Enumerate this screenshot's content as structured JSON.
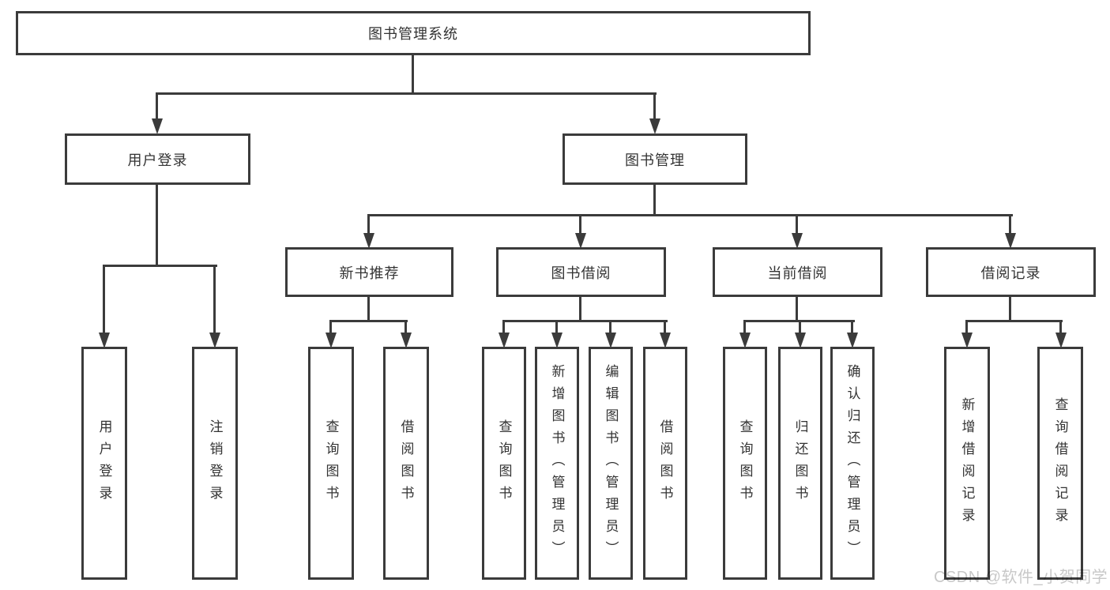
{
  "diagram": {
    "title": "图书管理系统",
    "level2": [
      "用户登录",
      "图书管理"
    ],
    "level3": [
      "新书推荐",
      "图书借阅",
      "当前借阅",
      "借阅记录"
    ],
    "leaves": {
      "user_login": [
        "用户登录",
        "注销登录"
      ],
      "new_book": [
        "查询图书",
        "借阅图书"
      ],
      "book_borrow": [
        "查询图书",
        "新增图书（管理员）",
        "编辑图书（管理员）",
        "借阅图书"
      ],
      "current_borrow": [
        "查询图书",
        "归还图书",
        "确认归还（管理员）"
      ],
      "borrow_record": [
        "新增借阅记录",
        "查询借阅记录"
      ]
    },
    "watermark": "CSDN @软件_小贺同学"
  },
  "colors": {
    "line": "#3b3b3b",
    "text": "#333333",
    "box_background": "#ffffff",
    "watermark_text": "#c8c8c8"
  }
}
